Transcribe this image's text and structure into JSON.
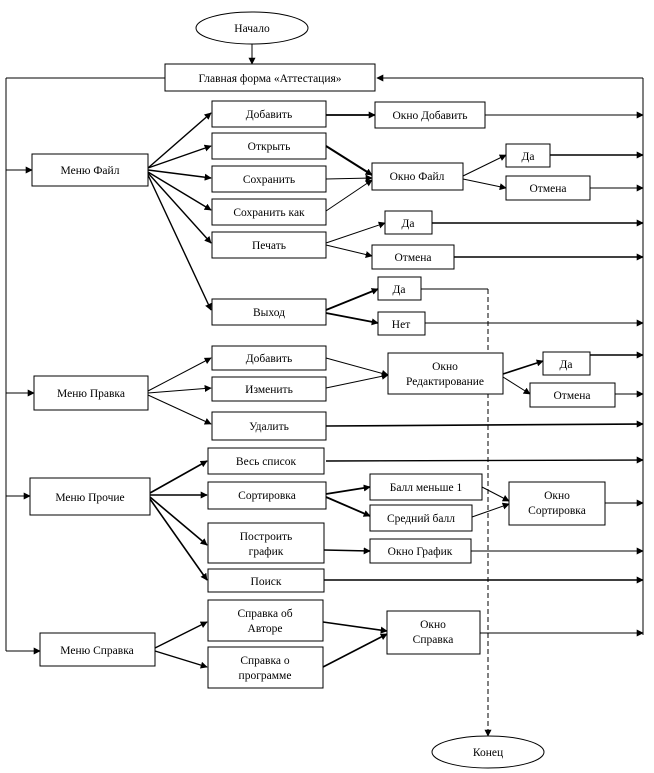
{
  "nodes": {
    "start": "Начало",
    "main_form": "Главная форма «Аттестация»",
    "menu_file": "Меню Файл",
    "add": "Добавить",
    "open": "Открыть",
    "save": "Сохранить",
    "save_as": "Сохранить как",
    "print": "Печать",
    "exit": "Выход",
    "window_add": "Окно Добавить",
    "window_file": "Окно Файл",
    "file_yes": "Да",
    "file_cancel": "Отмена",
    "print_yes": "Да",
    "print_cancel": "Отмена",
    "exit_yes": "Да",
    "exit_no": "Нет",
    "menu_edit": "Меню Правка",
    "edit_add": "Добавить",
    "edit_change": "Изменить",
    "edit_delete": "Удалить",
    "window_edit_1": "Окно",
    "window_edit_2": "Редактирование",
    "edit_yes": "Да",
    "edit_cancel": "Отмена",
    "menu_other": "Меню Прочие",
    "full_list": "Весь список",
    "sort": "Сортировка",
    "score_less_1": "Балл меньше 1",
    "avg_score": "Средний балл",
    "window_sort_1": "Окно",
    "window_sort_2": "Сортировка",
    "chart_1": "Построить",
    "chart_2": "график",
    "window_chart": "Окно График",
    "search": "Поиск",
    "menu_help": "Меню Справка",
    "help_author_1": "Справка об",
    "help_author_2": "Авторе",
    "help_program_1": "Справка о",
    "help_program_2": "программе",
    "window_help_1": "Окно",
    "window_help_2": "Справка",
    "end": "Конец"
  }
}
